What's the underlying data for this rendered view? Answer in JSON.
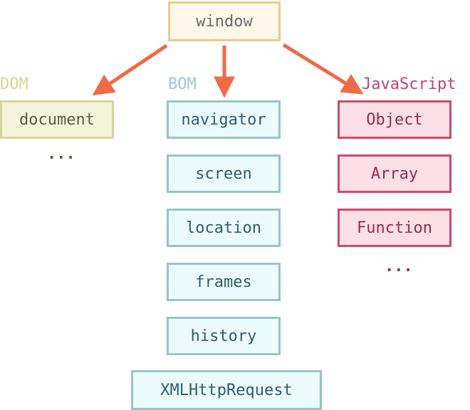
{
  "root": {
    "label": "window"
  },
  "groups": {
    "dom": {
      "label": "DOM",
      "items": [
        "document"
      ],
      "more": "..."
    },
    "bom": {
      "label": "BOM",
      "items": [
        "navigator",
        "screen",
        "location",
        "frames",
        "history",
        "XMLHttpRequest"
      ]
    },
    "js": {
      "label": "JavaScript",
      "items": [
        "Object",
        "Array",
        "Function"
      ],
      "more": "..."
    }
  },
  "colors": {
    "arrow": "#f06a48",
    "root_border": "#f0c98a",
    "dom_border": "#d7d49a",
    "bom_border": "#96c6c6",
    "js_border": "#cf4a6b"
  }
}
